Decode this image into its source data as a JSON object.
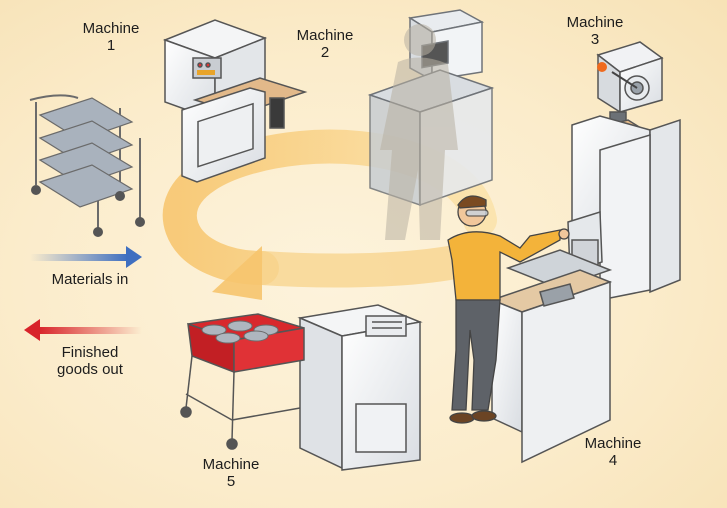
{
  "labels": {
    "machine1": "Machine\n1",
    "machine2": "Machine\n2",
    "machine3": "Machine\n3",
    "machine4": "Machine\n4",
    "machine5": "Machine\n5",
    "materials_in": "Materials in",
    "finished_goods_out": "Finished\ngoods out"
  },
  "colors": {
    "background": "#fbeccb",
    "flow_arrow": "#f8d48e",
    "materials_in_arrow": "#3f6fc0",
    "goods_out_arrow": "#d8232a",
    "worker_shirt": "#f3b33a",
    "bin_red": "#d8282c"
  },
  "icons": {
    "cart": "cart-icon",
    "worker": "worker-icon",
    "materials_arrow": "arrow-right-icon",
    "goods_arrow": "arrow-left-icon",
    "cycle_arrow": "circular-arrow-icon"
  }
}
